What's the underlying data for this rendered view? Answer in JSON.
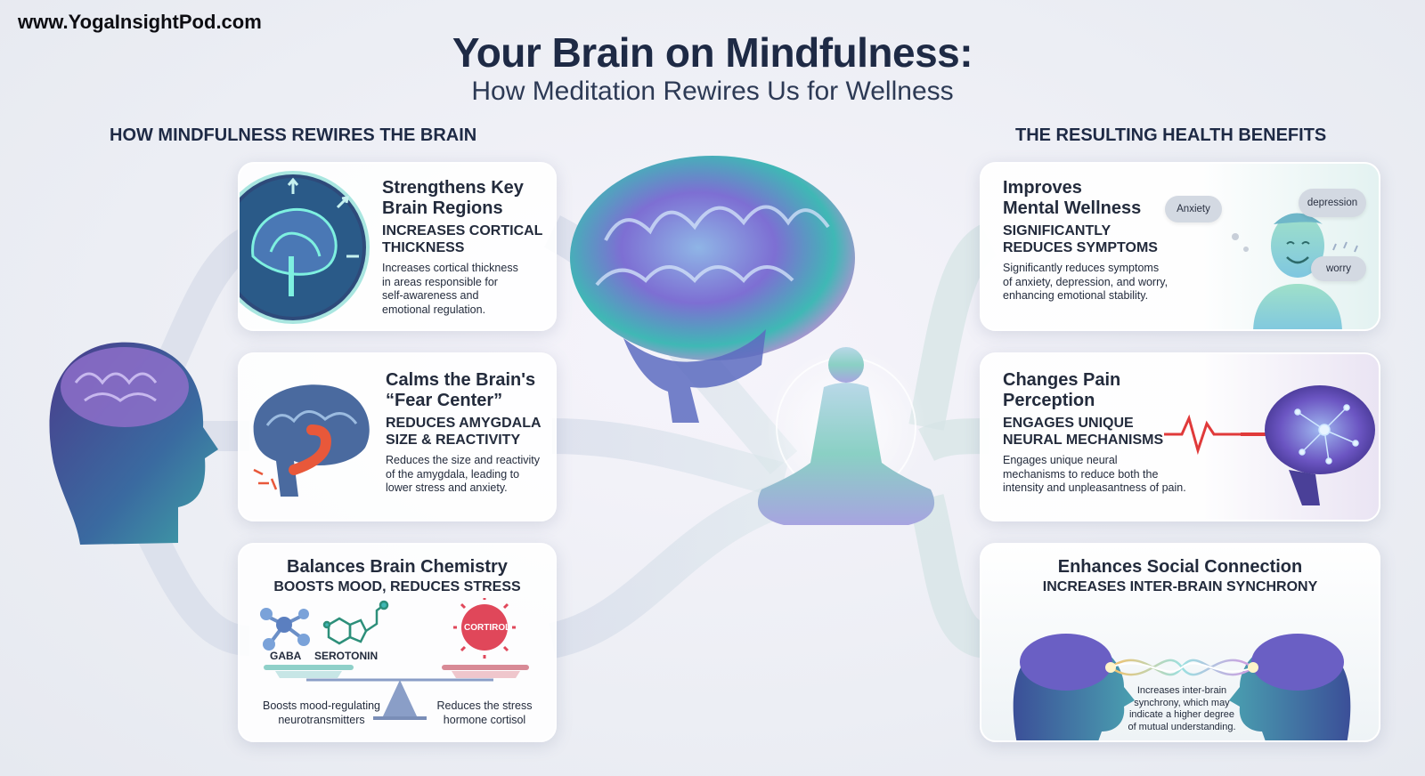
{
  "site_url": "www.YogaInsightPod.com",
  "title": "Your Brain on Mindfulness:",
  "subtitle": "How Meditation Rewires Us for Wellness",
  "left_section": "HOW MINDFULNESS REWIRES THE BRAIN",
  "right_section": "THE RESULTING HEALTH BENEFITS",
  "cards": {
    "strengthens": {
      "title_1": "Strengthens Key",
      "title_2": "Brain Regions",
      "sub_1": "INCREASES CORTICAL",
      "sub_2": "THICKNESS",
      "body": [
        "Increases cortical thickness",
        "in areas responsible for",
        "self-awareness and",
        "emotional regulation."
      ]
    },
    "calms": {
      "title_1": "Calms the Brain's",
      "title_2": "“Fear Center”",
      "sub_1": "REDUCES AMYGDALA",
      "sub_2": "SIZE & REACTIVITY",
      "body": [
        "Reduces the size and reactivity",
        "of the amygdala, leading to",
        "lower stress and anxiety."
      ]
    },
    "chemistry": {
      "title": "Balances Brain Chemistry",
      "sub": "BOOSTS MOOD, REDUCES STRESS",
      "gaba": "GABA",
      "serotonin": "SEROTONIN",
      "cortisol": "CORTIROL",
      "left_caption": [
        "Boosts mood-regulating",
        "neurotransmitters"
      ],
      "right_caption": [
        "Reduces the stress",
        "hormone cortisol"
      ]
    },
    "mental": {
      "title_1": "Improves",
      "title_2": "Mental Wellness",
      "sub_1": "SIGNIFICANTLY",
      "sub_2": "REDUCES SYMPTOMS",
      "body": [
        "Significantly reduces symptoms",
        "of anxiety, depression, and worry,",
        "enhancing emotional stability."
      ],
      "bubbles": [
        "Anxiety",
        "depression",
        "worry"
      ]
    },
    "pain": {
      "title_1": "Changes Pain",
      "title_2": "Perception",
      "sub_1": "ENGAGES UNIQUE",
      "sub_2": "NEURAL MECHANISMS",
      "body": [
        "Engages unique neural",
        "mechanisms to reduce both the",
        "intensity and unpleasantness of pain."
      ]
    },
    "social": {
      "title": "Enhances Social Connection",
      "sub": "INCREASES INTER-BRAIN SYNCHRONY",
      "body": [
        "Increases inter-brain",
        "synchrony, which may",
        "indicate a higher degree",
        "of mutual understanding."
      ]
    }
  },
  "colors": {
    "navy": "#1e2a45",
    "brain_purple": "#7b63c9",
    "brain_teal": "#3fb8b5",
    "amygdala": "#e8583a",
    "cortisol": "#e0475a",
    "pain_red": "#e03a3a"
  }
}
